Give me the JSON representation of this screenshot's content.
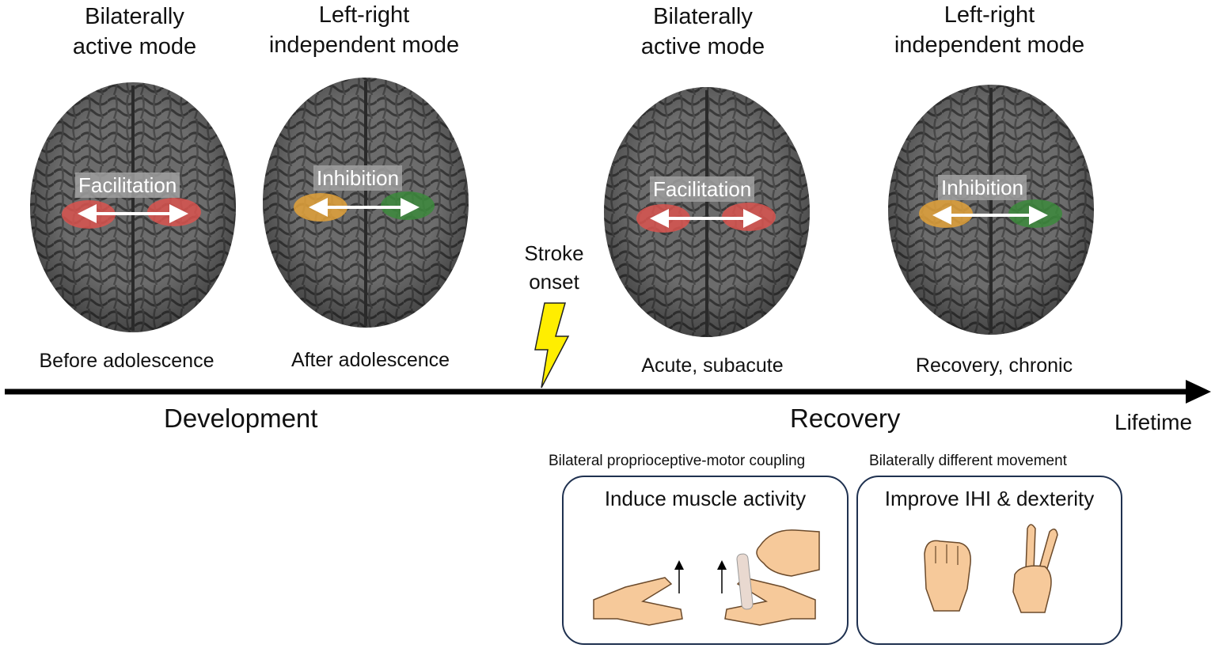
{
  "stages": [
    {
      "mode": "Bilaterally\nactive mode",
      "interaction": "Facilitation",
      "period": "Before adolescence",
      "left_color": "#d9534f",
      "right_color": "#d9534f"
    },
    {
      "mode": "Left-right\nindependent mode",
      "interaction": "Inhibition",
      "period": "After adolescence",
      "left_color": "#e3a23a",
      "right_color": "#3c8a3c"
    },
    {
      "mode": "Bilaterally\nactive mode",
      "interaction": "Facilitation",
      "period": "Acute, subacute",
      "left_color": "#d9534f",
      "right_color": "#d9534f"
    },
    {
      "mode": "Left-right\nindependent mode",
      "interaction": "Inhibition",
      "period": "Recovery, chronic",
      "left_color": "#e3a23a",
      "right_color": "#3c8a3c"
    }
  ],
  "event": {
    "label": "Stroke\nonset",
    "icon": "lightning-bolt-icon",
    "color": "#ffee00"
  },
  "timeline": {
    "phase1": "Development",
    "phase2": "Recovery",
    "end_label": "Lifetime"
  },
  "interventions": [
    {
      "caption": "Bilateral proprioceptive-motor coupling",
      "title": "Induce muscle activity",
      "icons": [
        "hand-lift-icon",
        "hand-assisted-lift-icon"
      ]
    },
    {
      "caption": "Bilaterally different movement",
      "title": "Improve IHI & dexterity",
      "icons": [
        "fist-icon",
        "victory-hand-icon"
      ]
    }
  ]
}
